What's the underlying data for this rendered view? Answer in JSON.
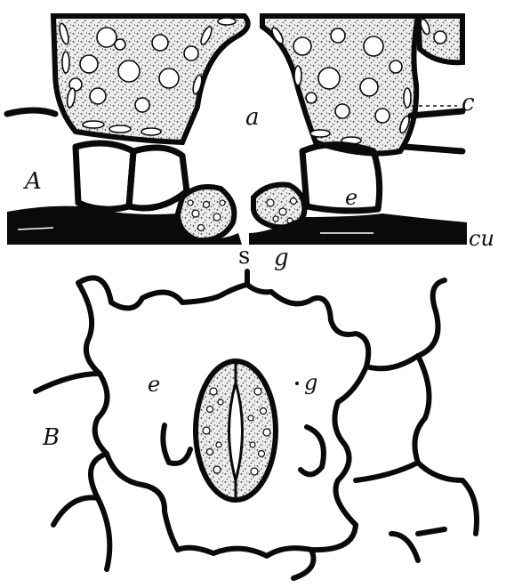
{
  "labels": {
    "A": "A",
    "B": "B",
    "a": "a",
    "c": "c",
    "e_top": "e",
    "cu": "cu",
    "s": "s",
    "g_top": "g",
    "e_bottom": "e",
    "g_bottom": "g"
  },
  "colors": {
    "ink": "#0a0a0a",
    "paper": "#ffffff",
    "cytoplasm": "#e9e9e9"
  }
}
